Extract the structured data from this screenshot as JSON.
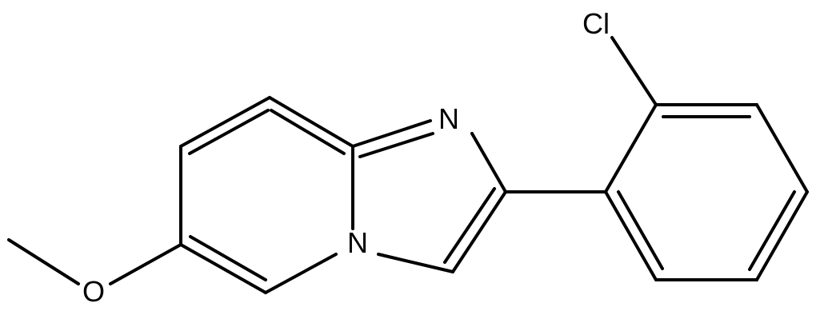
{
  "molecule": {
    "atom_labels": {
      "cl": "Cl",
      "n_imine": "N",
      "n_bridge": "N",
      "o_methoxy": "O"
    },
    "colors": {
      "bond": "#000000",
      "label": "#000000",
      "background": "#ffffff"
    }
  }
}
